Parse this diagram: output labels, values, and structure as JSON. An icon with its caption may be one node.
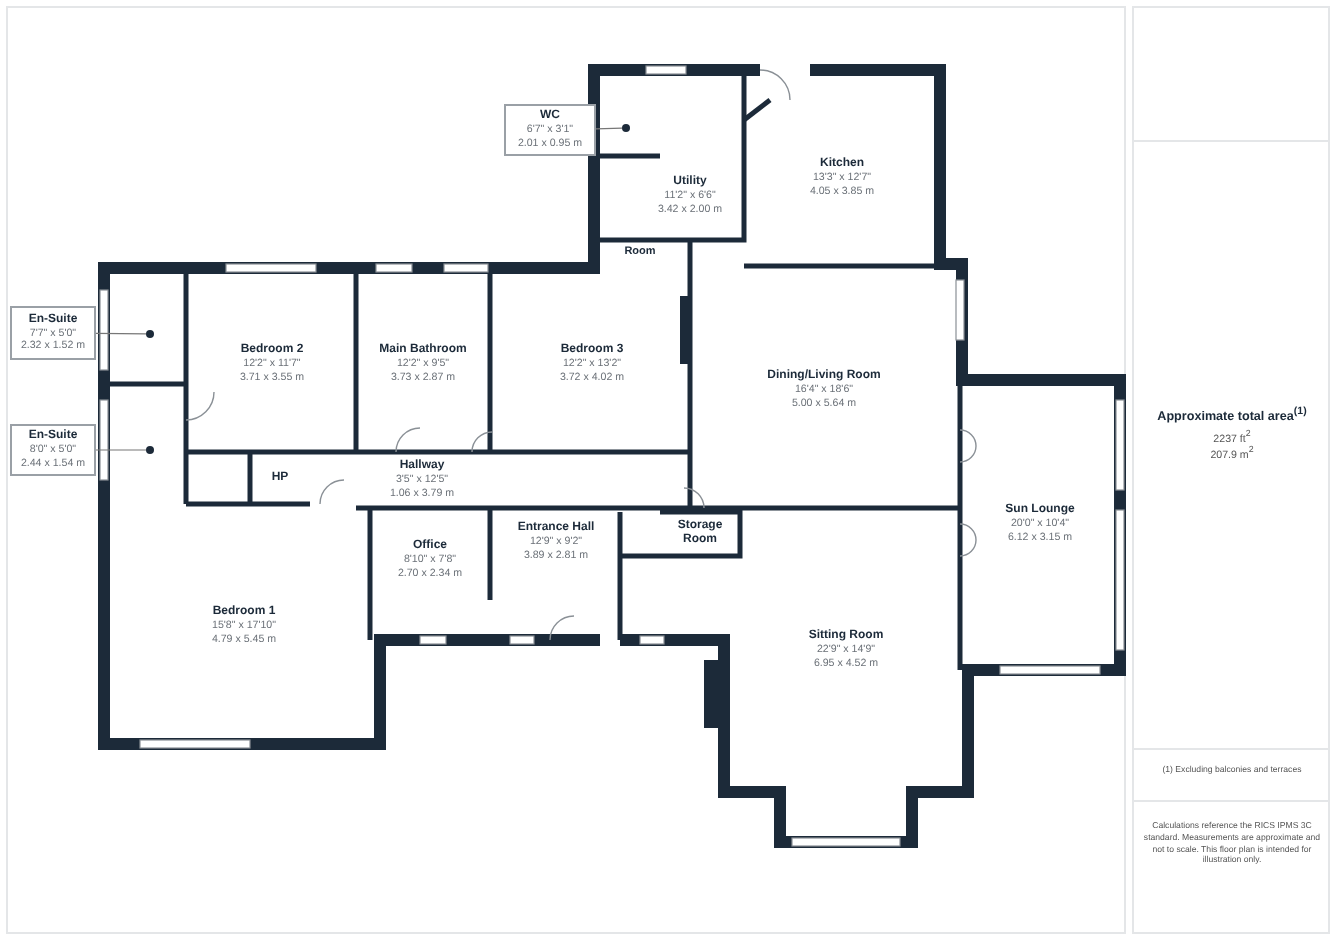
{
  "diagram": {
    "nodes": [
      {
        "text": [
          "WC",
          "6'7\" x 3'1\"",
          "2.01 x 0.95 m"
        ]
      },
      {
        "text": [],
        "shape": "circle"
      },
      {
        "text": [
          "Utility",
          "11'2\" x 6'6\"",
          "3.42 x 2.00 m"
        ]
      },
      {
        "text": [
          "Kitchen",
          "13'3\" x 12'7\"",
          "4.05 x 3.85 m"
        ]
      },
      {
        "text": [
          "En-Suite",
          "7'7\" x 5'0\"",
          "2.32 x 1.52 m"
        ]
      },
      {
        "text": [],
        "shape": "circle"
      },
      {
        "text": [
          "Bedroom 2",
          "12'2\" x 11'7\"",
          "3.71 x 3.55 m"
        ]
      },
      {
        "text": [
          "Main Bathroom",
          "12'2\" x 9'5\"",
          "3.73 x 2.87 m"
        ]
      },
      {
        "text": [
          "Bedroom 3",
          "12'2\" x 13'2\"",
          "3.72 x 4.02 m"
        ]
      },
      {
        "text": [
          "Dining/Living Room",
          "16'4\" x 18'6\"",
          "5.00 x 5.64 m"
        ]
      },
      {
        "text": [
          "En-Suite",
          "8'0\" x 5'0\"",
          "2.44 x 1.54 m"
        ]
      },
      {
        "text": [],
        "shape": "circle"
      },
      {
        "text": [
          "HP"
        ]
      },
      {
        "text": [
          "Hallway",
          "3'5\" x 12'5\"",
          "1.06 x 3.79 m"
        ]
      },
      {
        "text": [
          "Entrance Hall",
          "12'9\" x 9'2\"",
          "3.89 x 2.81 m"
        ]
      },
      {
        "text": [
          "Storage Room"
        ]
      },
      {
        "text": [
          "Office",
          "8'10\" x 7'8\"",
          "2.70 x 2.34 m"
        ]
      },
      {
        "text": [
          "Sun Lounge",
          "20'0\" x 10'4\"",
          "6.12 x 3.15 m"
        ]
      },
      {
        "text": [
          "Bedroom 1",
          "15'8\" x 17'10\"",
          "4.79 x 5.45 m"
        ]
      },
      {
        "text": [
          "Sitting Room",
          "22'9\" x 14'9\"",
          "6.95 x 4.52 m"
        ]
      }
    ],
    "edges": [
      {
        "from": 0,
        "to": 1,
        "arrow": "none"
      },
      {
        "from": 4,
        "to": 5,
        "arrow": "none"
      },
      {
        "from": 10,
        "to": 11,
        "arrow": "none"
      }
    ],
    "labels": [
      "Room",
      "Approximate total area$^{(1)}$",
      "2237 ft$^{2}$",
      "207.9 m$^{2}$",
      "(1) Excluding balconies and terraces",
      "Calculations reference the RICS IPMS 3C standard. Measurements are approximate and not to scale. This floor plan is intended for illustration only."
    ]
  }
}
